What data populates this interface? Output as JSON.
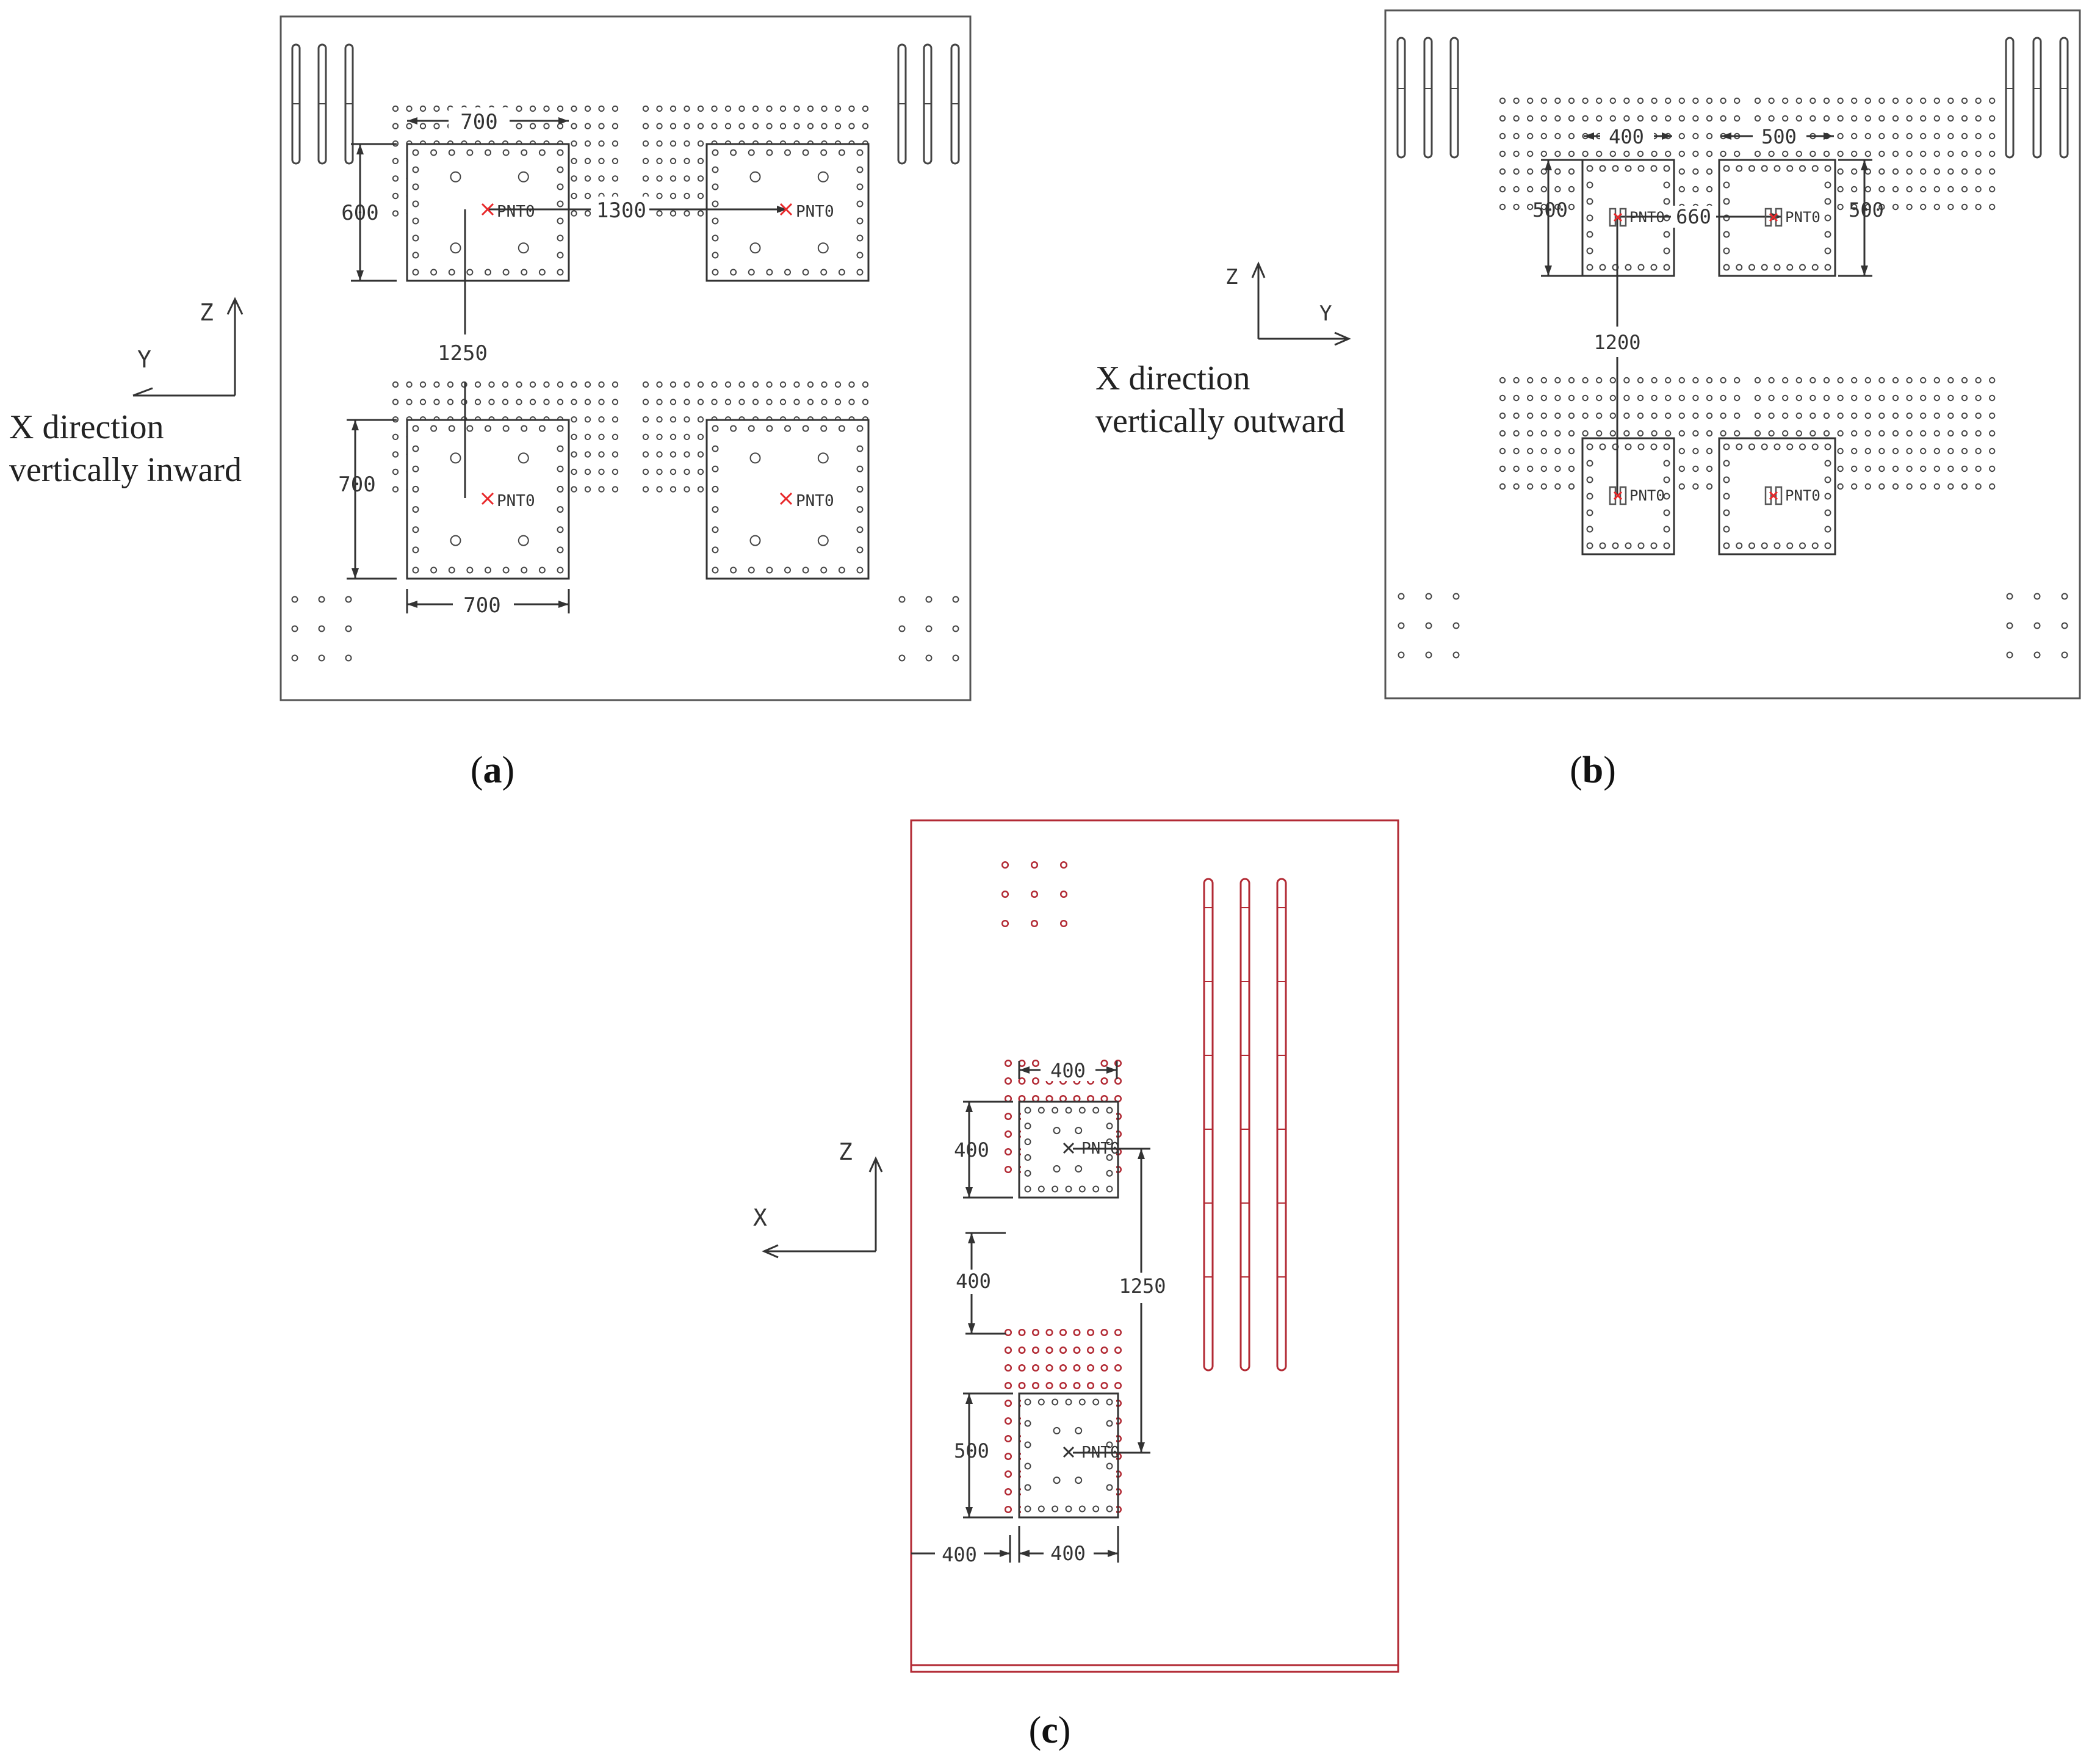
{
  "colors": {
    "ink": "#333333",
    "red_mark": "#e8282a",
    "red_panel": "#b22a34"
  },
  "panels": {
    "a": {
      "caption": "a",
      "axis": {
        "vertical": "Z",
        "horizontal": "Y"
      },
      "note": [
        "X direction",
        "vertically inward"
      ],
      "dims": {
        "top_width": "700",
        "left_top": "600",
        "spacing_h": "1300",
        "spacing_v": "1250",
        "left_bottom": "700",
        "bottom_width": "700"
      },
      "point_label": "PNT0"
    },
    "b": {
      "caption": "b",
      "axis": {
        "vertical": "Z",
        "horizontal": "Y"
      },
      "note": [
        "X direction",
        "vertically outward"
      ],
      "dims": {
        "top_left_width": "400",
        "top_right_width": "500",
        "left_height": "500",
        "right_height": "500",
        "spacing_h": "660",
        "spacing_v": "1200"
      },
      "point_label": "PNT0"
    },
    "c": {
      "caption": "c",
      "axis": {
        "vertical": "Z",
        "horizontal": "X"
      },
      "dims": {
        "top_width": "400",
        "upper_height": "400",
        "gap": "400",
        "spacing_v": "1250",
        "lower_height": "500",
        "edge_offset": "400",
        "bottom_width": "400"
      },
      "point_label": "PNT0"
    }
  }
}
